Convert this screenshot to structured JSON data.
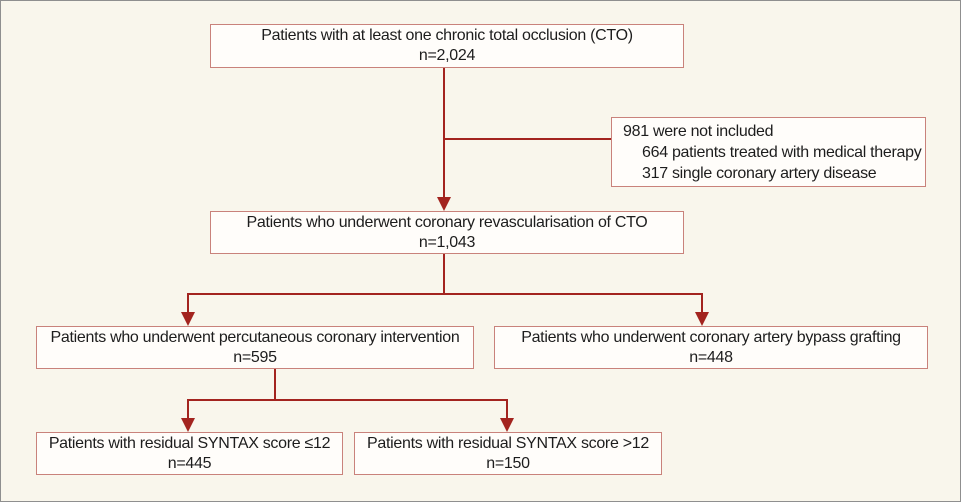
{
  "flowchart": {
    "boxes": {
      "cto": {
        "label": "Patients with at least one chronic total occlusion (CTO)",
        "count": "n=2,024"
      },
      "excluded": {
        "line1": "981 were not included",
        "line2": "664 patients treated with medical therapy",
        "line3": "317 single coronary artery disease"
      },
      "revasc": {
        "label": "Patients who underwent coronary revascularisation of CTO",
        "count": "n=1,043"
      },
      "pci": {
        "label": "Patients who underwent percutaneous coronary intervention",
        "count": "n=595"
      },
      "cabg": {
        "label": "Patients who underwent coronary artery bypass grafting",
        "count": "n=448"
      },
      "syntax_le12": {
        "label": "Patients with residual SYNTAX score ≤12",
        "count": "n=445"
      },
      "syntax_gt12": {
        "label": "Patients with residual SYNTAX score >12",
        "count": "n=150"
      }
    },
    "colors": {
      "background": "#f9f6ec",
      "frame_border": "#8f8f8f",
      "box_border": "#c9827b",
      "box_background": "#fffdfa",
      "arrow": "#a3241f",
      "text": "#1d1d1d"
    }
  }
}
